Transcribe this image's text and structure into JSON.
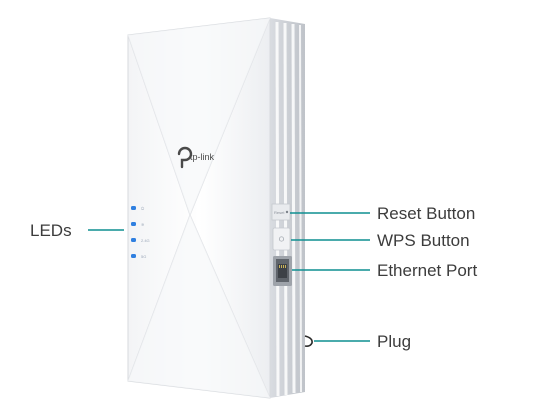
{
  "device": {
    "brand": "tp-link",
    "led_indicators": [
      "⏻",
      "≋",
      "2.4G",
      "5G"
    ],
    "reset_port_text": "Reset",
    "led_color": "#2f7fe0",
    "leader_color": "#0e8f91"
  },
  "callouts": {
    "leds": "LEDs",
    "reset_button": "Reset Button",
    "wps_button": "WPS Button",
    "ethernet_port": "Ethernet Port",
    "plug": "Plug"
  }
}
